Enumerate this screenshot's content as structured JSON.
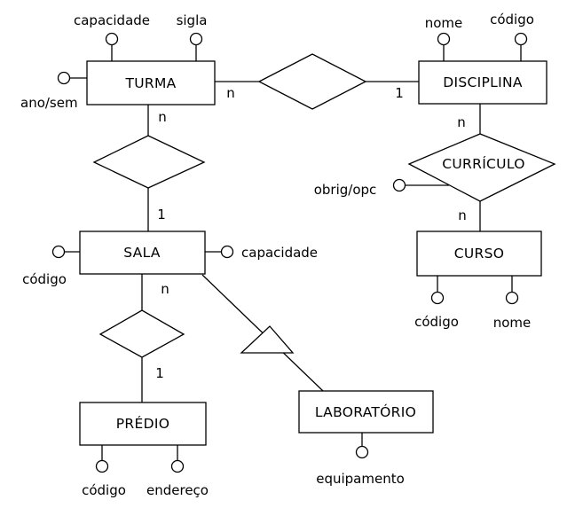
{
  "colors": {
    "stroke": "#000000",
    "background": "#ffffff"
  },
  "entities": {
    "turma": "TURMA",
    "disciplina": "DISCIPLINA",
    "sala": "SALA",
    "curso": "CURSO",
    "predio": "PRÉDIO",
    "laboratorio": "LABORATÓRIO"
  },
  "relationships": {
    "curriculo": "CURRÍCULO"
  },
  "attributes": {
    "turma_capacidade": "capacidade",
    "turma_sigla": "sigla",
    "turma_ano_sem": "ano/sem",
    "disciplina_nome": "nome",
    "disciplina_codigo": "código",
    "curriculo_obrig_opc": "obrig/opc",
    "sala_codigo": "código",
    "sala_capacidade": "capacidade",
    "curso_codigo": "código",
    "curso_nome": "nome",
    "predio_codigo": "código",
    "predio_endereco": "endereço",
    "laboratorio_equipamento": "equipamento"
  },
  "cardinalities": {
    "turma_to_disciplina": "n",
    "disciplina_to_turma": "1",
    "turma_to_sala": "n",
    "sala_to_turma": "1",
    "disciplina_to_curso": "n",
    "curso_to_disciplina": "n",
    "sala_to_predio": "n",
    "predio_to_sala": "1"
  }
}
